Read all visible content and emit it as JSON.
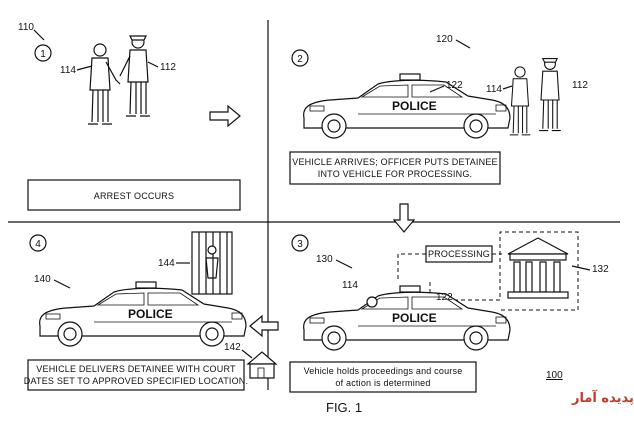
{
  "figure_label": "FIG. 1",
  "system_ref": "100",
  "watermark": "پدیده آمار",
  "panels": [
    {
      "step": "1",
      "ref": "110",
      "caption": [
        "ARREST OCCURS"
      ],
      "labels": {
        "detainee": "114",
        "officer": "112"
      }
    },
    {
      "step": "2",
      "ref": "120",
      "caption": [
        "VEHICLE ARRIVES; OFFICER PUTS DETAINEE",
        "INTO VEHICLE FOR PROCESSING."
      ],
      "labels": {
        "vehicle": "122",
        "detainee": "114",
        "officer": "112"
      }
    },
    {
      "step": "3",
      "ref": "130",
      "caption": [
        "Vehicle holds proceedings and course",
        "of action is determined"
      ],
      "labels": {
        "detainee": "114",
        "vehicle": "122",
        "courthouse": "132"
      },
      "processing_label": "PROCESSING"
    },
    {
      "step": "4",
      "ref": "140",
      "caption": [
        "VEHICLE DELIVERS DETAINEE WITH COURT",
        "DATES SET TO APPROVED SPECIFIED LOCATION."
      ],
      "labels": {
        "jail": "144",
        "house": "142"
      }
    }
  ],
  "vehicle_text": "POLICE"
}
